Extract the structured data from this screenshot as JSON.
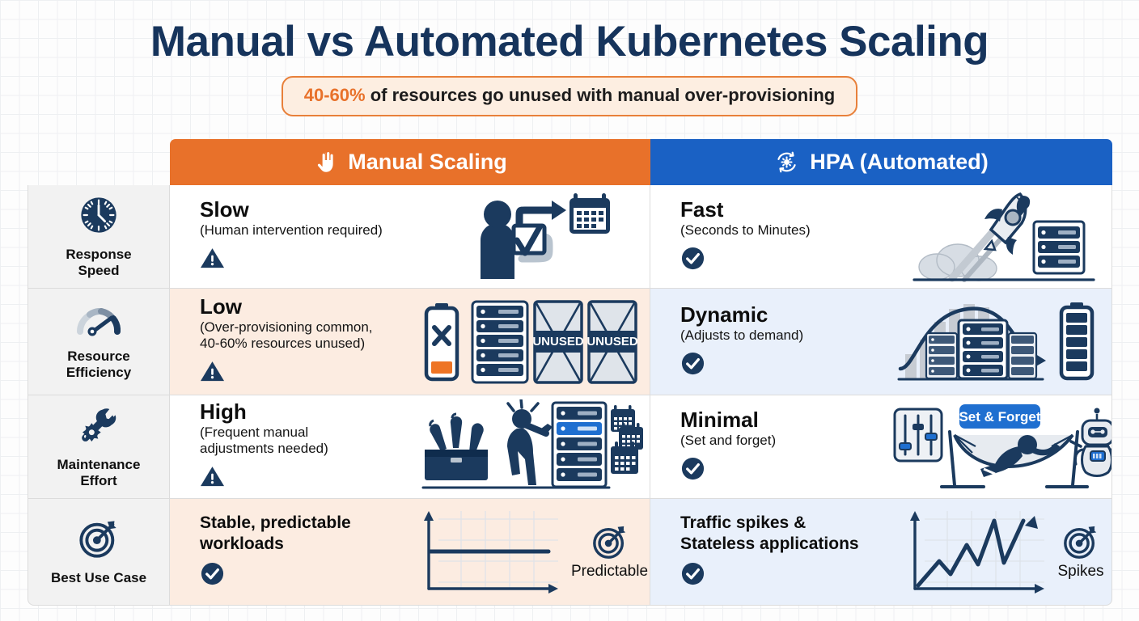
{
  "header": {
    "title": "Manual vs Automated Kubernetes Scaling",
    "badge_highlight": "40-60%",
    "badge_text": " of resources go unused with manual over-provisioning",
    "badge_accent_color": "#e8712a"
  },
  "columns": {
    "manual": {
      "label": "Manual Scaling",
      "icon": "hand-icon",
      "color": "#e8712a"
    },
    "hpa": {
      "label": "HPA (Automated)",
      "icon": "autoscale-gear-icon",
      "color": "#1a61c4"
    }
  },
  "rows": [
    {
      "criterion": {
        "label_line1": "Response",
        "label_line2": "Speed",
        "icon": "clock-icon"
      },
      "manual": {
        "verdict": "Slow",
        "detail": "(Human intervention required)",
        "status_icon": "warning-triangle-icon",
        "art": "person-approval-calendar-illustration"
      },
      "hpa": {
        "verdict": "Fast",
        "detail": "(Seconds to Minutes)",
        "status_icon": "check-circle-icon",
        "art": "rocket-server-illustration"
      }
    },
    {
      "criterion": {
        "label_line1": "Resource",
        "label_line2": "Efficiency",
        "icon": "gauge-icon"
      },
      "manual": {
        "verdict": "Low",
        "detail": "(Over-provisioning common,\n40-60% resources unused)",
        "detail_line1": "(Over-provisioning common,",
        "detail_line2": "40-60% resources unused)",
        "status_icon": "warning-triangle-icon",
        "art": "battery-x-servers-unused-illustration",
        "art_labels": [
          "UNUSED",
          "UNUSED"
        ]
      },
      "hpa": {
        "verdict": "Dynamic",
        "detail": "(Adjusts to demand)",
        "status_icon": "check-circle-icon",
        "art": "demand-curve-servers-battery-illustration"
      }
    },
    {
      "criterion": {
        "label_line1": "Maintenance",
        "label_line2": "Effort",
        "icon": "wrench-gear-icon"
      },
      "manual": {
        "verdict": "High",
        "detail_line1": "(Frequent manual",
        "detail_line2": "adjustments needed)",
        "status_icon": "warning-triangle-icon",
        "art": "toolbox-person-server-calendars-illustration"
      },
      "hpa": {
        "verdict": "Minimal",
        "detail": "(Set and forget)",
        "status_icon": "check-circle-icon",
        "art": "sliders-hammock-robot-illustration",
        "badge_label": "Set & Forget"
      }
    },
    {
      "criterion": {
        "label_line1": "Best Use Case",
        "label_line2": "",
        "icon": "target-icon"
      },
      "manual": {
        "verdict_line1": "Stable, predictable",
        "verdict_line2": "workloads",
        "status_icon": "check-circle-icon",
        "art": "flat-line-chart",
        "art_label": "Predictable"
      },
      "hpa": {
        "verdict_line1": "Traffic spikes &",
        "verdict_line2": "Stateless applications",
        "status_icon": "check-circle-icon",
        "art": "spiky-line-chart",
        "art_label": "Spikes"
      }
    }
  ],
  "chart_data": [
    {
      "type": "line",
      "title": "Predictable",
      "x": [
        0,
        1,
        2,
        3,
        4,
        5
      ],
      "values": [
        50,
        50,
        50,
        50,
        50,
        50
      ],
      "ylim": [
        0,
        100
      ],
      "grid": true,
      "xlabel": "",
      "ylabel": ""
    },
    {
      "type": "line",
      "title": "Spikes",
      "x": [
        0,
        1,
        2,
        3,
        4,
        5,
        6,
        7,
        8
      ],
      "values": [
        5,
        45,
        30,
        70,
        45,
        95,
        25,
        80,
        100
      ],
      "ylim": [
        0,
        100
      ],
      "grid": true,
      "xlabel": "",
      "ylabel": ""
    }
  ]
}
